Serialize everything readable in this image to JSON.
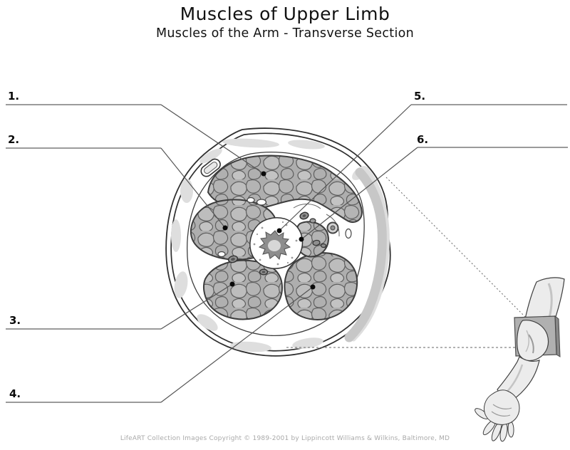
{
  "header": {
    "title": "Muscles of Upper Limb",
    "subtitle": "Muscles of the Arm - Transverse Section"
  },
  "labels": [
    {
      "text": "1."
    },
    {
      "text": "2."
    },
    {
      "text": "3."
    },
    {
      "text": "4."
    },
    {
      "text": "5."
    },
    {
      "text": "6."
    }
  ],
  "footer": {
    "copyright": "LifeART Collection Images Copyright © 1989-2001 by Lippincott Williams & Wilkins, Baltimore, MD"
  },
  "colors": {
    "muscle": "#b3b3b3",
    "muscle_outline": "#3d3d3d",
    "fat": "#dedede",
    "skin_shading": "#c7c7c7",
    "bone_marrow": "#8d8d8d",
    "bone_core": "#d7d7d7",
    "leader_line": "#9b9b9b",
    "pointer_line": "#555555",
    "section_plane": "#b0b0b0",
    "footer_text": "#a9a9a9"
  }
}
